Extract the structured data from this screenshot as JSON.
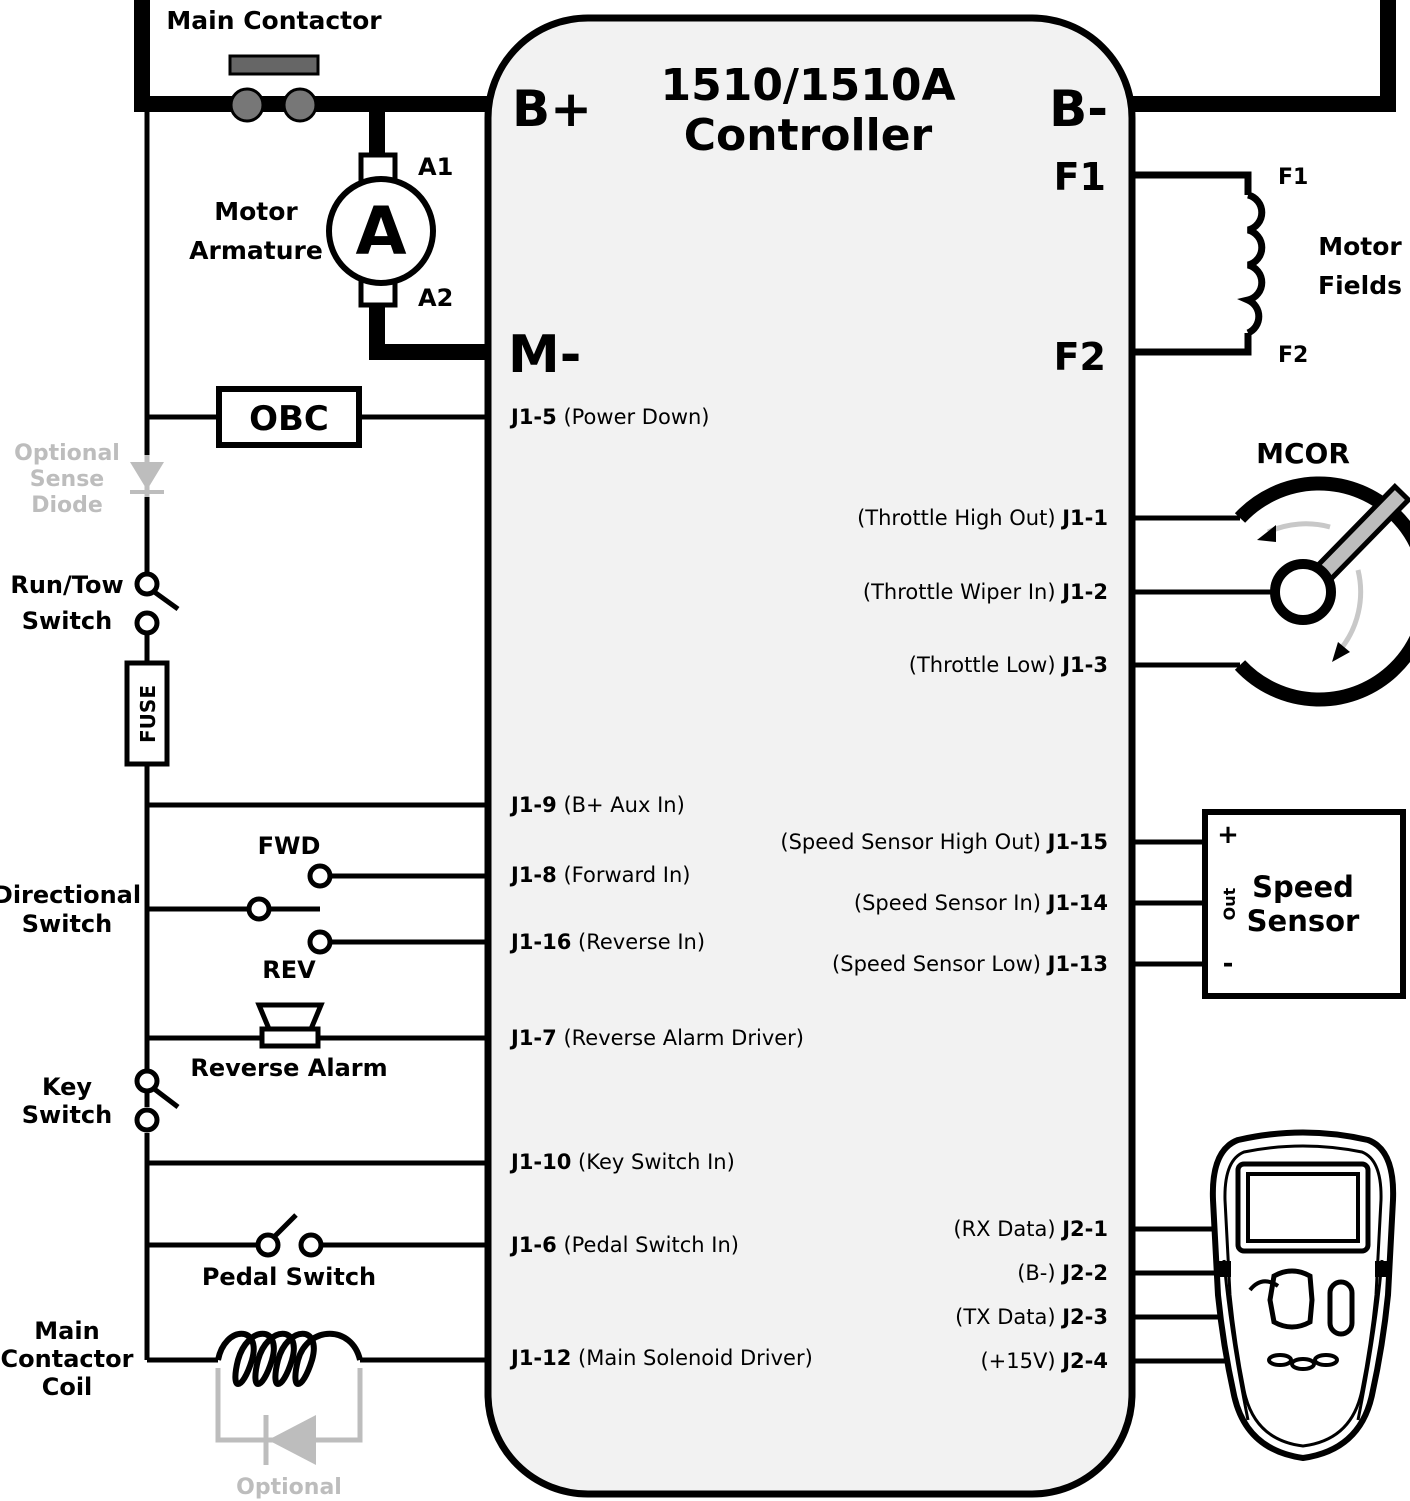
{
  "controller": {
    "title_line1": "1510/1510A",
    "title_line2": "Controller",
    "terminals": {
      "b_plus": "B+",
      "b_minus": "B-",
      "m_minus": "M-",
      "f1": "F1",
      "f2": "F2"
    }
  },
  "left_pins": [
    {
      "pin": "J1-5",
      "desc": " (Power Down)"
    },
    {
      "pin": "J1-9",
      "desc": " (B+ Aux In)"
    },
    {
      "pin": "J1-8",
      "desc": " (Forward In)"
    },
    {
      "pin": "J1-16",
      "desc": " (Reverse In)"
    },
    {
      "pin": "J1-7",
      "desc": " (Reverse Alarm Driver)"
    },
    {
      "pin": "J1-10",
      "desc": " (Key Switch In)"
    },
    {
      "pin": "J1-6",
      "desc": " (Pedal Switch In)"
    },
    {
      "pin": "J1-12",
      "desc": " (Main Solenoid Driver)"
    }
  ],
  "right_pins": [
    {
      "desc": "(Throttle High Out) ",
      "pin": "J1-1"
    },
    {
      "desc": "(Throttle Wiper In) ",
      "pin": "J1-2"
    },
    {
      "desc": "(Throttle Low) ",
      "pin": "J1-3"
    },
    {
      "desc": "(Speed Sensor High Out) ",
      "pin": "J1-15"
    },
    {
      "desc": "(Speed Sensor In) ",
      "pin": "J1-14"
    },
    {
      "desc": "(Speed Sensor Low) ",
      "pin": "J1-13"
    },
    {
      "desc": "(RX Data) ",
      "pin": "J2-1"
    },
    {
      "desc": "(B-) ",
      "pin": "J2-2"
    },
    {
      "desc": "(TX Data) ",
      "pin": "J2-3"
    },
    {
      "desc": "(+15V) ",
      "pin": "J2-4"
    }
  ],
  "components": {
    "main_contactor": "Main Contactor",
    "motor_armature_line1": "Motor",
    "motor_armature_line2": "Armature",
    "armature_symbol": "A",
    "a1": "A1",
    "a2": "A2",
    "obc": "OBC",
    "sense_diode_line1": "Optional",
    "sense_diode_line2": "Sense",
    "sense_diode_line3": "Diode",
    "run_tow_line1": "Run/Tow",
    "run_tow_line2": "Switch",
    "fuse": "FUSE",
    "fwd": "FWD",
    "rev": "REV",
    "directional_line1": "Directional",
    "directional_line2": "Switch",
    "reverse_alarm": "Reverse Alarm",
    "key_switch_line1": "Key",
    "key_switch_line2": "Switch",
    "pedal_switch": "Pedal Switch",
    "main_coil_line1": "Main",
    "main_coil_line2": "Contactor",
    "main_coil_line3": "Coil",
    "optional": "Optional",
    "motor_fields_line1": "Motor",
    "motor_fields_line2": "Fields",
    "field_f1": "F1",
    "field_f2": "F2",
    "mcor": "MCOR",
    "speed_sensor_line1": "Speed",
    "speed_sensor_line2": "Sensor",
    "sensor_plus": "+",
    "sensor_minus": "-",
    "sensor_out": "Out"
  },
  "colors": {
    "line": "#000000",
    "controller_fill": "#f2f2f2",
    "optional_gray": "#bdbdbd",
    "contactor_bar": "#666666",
    "contact_gray": "#777777",
    "arrow_gray": "#c8c8c8"
  }
}
